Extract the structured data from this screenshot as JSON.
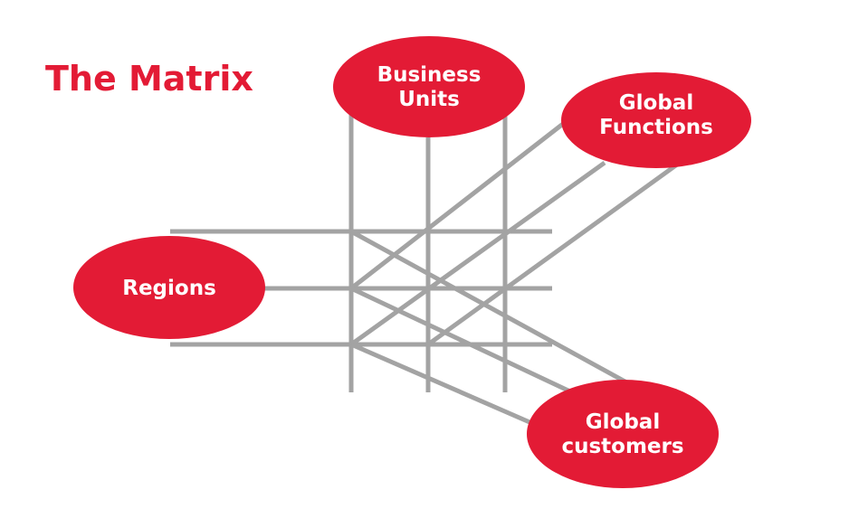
{
  "title": "The Matrix",
  "colors": {
    "accent": "#e31b35",
    "line": "#a3a3a3",
    "label_text": "#ffffff",
    "background": "#ffffff"
  },
  "nodes": {
    "business_units": {
      "line1": "Business",
      "line2": "Units"
    },
    "global_functions": {
      "line1": "Global",
      "line2": "Functions"
    },
    "regions": {
      "label": "Regions"
    },
    "global_customers": {
      "line1": "Global",
      "line2": "customers"
    }
  }
}
